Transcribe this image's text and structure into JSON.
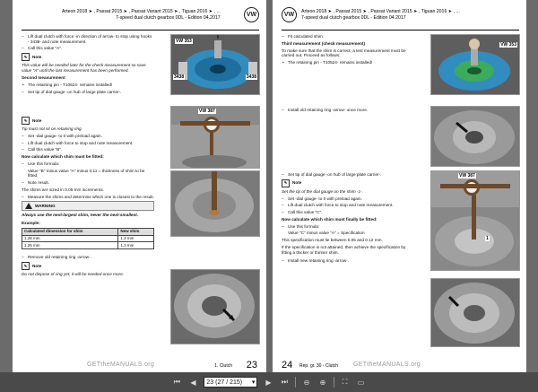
{
  "left_page": {
    "header_line1": "Arteon 2018 ➤ , Passat 2015 ➤ , Passat Variant 2015 ➤ , Tiguan 2016 ➤ , ...",
    "header_line2": "7-speed dual clutch gearbox 0DL - Edition 04.2017",
    "bullet_lift": "Lift dual clutch with force -in direction of arrow- to stop using hooks - 3438- and note measurement.",
    "bullet_call_a": "Call this value \"A\".",
    "note_label": "Note",
    "note_text_1": "This value will be needed later for the check measurement so save value \"A\" until the last measurement has been performed.",
    "second_measurement_heading": "Second measurement",
    "retaining_pin_installed": "The retaining pin - T10524- remains installed!",
    "set_dial_gauge_tip": "Set tip of dial gauge -on hub of large plate carrier-.",
    "note_text_2": "Tip must not sit on retaining ring.",
    "set_dial_zero": "Set -dial gauge- to 0 with preload again.",
    "lift_stop": "Lift dual clutch with force to stop and note measurement.",
    "call_b": "Call this value \"B\".",
    "calc_heading": "Now calculate which shim must be fitted:",
    "use_formula": "Use this formula:",
    "formula": "Value \"B\" minus value \"A\" minus 0.11 = thickness of shim to be fitted.",
    "note_result": "Note result.",
    "shims_sized": "The shims are sized in 0.05 mm increments.",
    "measure_shims": "Measure the shims and determine which one is closest to the result.",
    "warning_label": "WARNING",
    "warning_text": "Always use the next-largest shim, never the next-smallest.",
    "example_heading": "Example:",
    "table_headers": [
      "Calculated dimension for shim",
      "New shim"
    ],
    "table_rows": [
      [
        "1.28 mm",
        "1.3 mm"
      ],
      [
        "1.26 mm",
        "1.3 mm"
      ]
    ],
    "remove_ring": "Remove old retaining ring -arrow-.",
    "note_text_3": "Do not dispose of ring yet; it will be needed once more.",
    "footer_section": "1. Clutch",
    "page_number": "23",
    "site": "GETtheMANUALS.org",
    "fig1_label_tool": "VW 353",
    "fig1_label_hook_top": "3438",
    "fig1_label_hook_bottom": "3438",
    "fig2_label_tool": "VW 387"
  },
  "right_page": {
    "header_line1": "Arteon 2018 ➤ , Passat 2015 ➤ , Passat Variant 2015 ➤ , Tiguan 2016 ➤ , ...",
    "header_line2": "7-speed dual clutch gearbox 0DL - Edition 04.2017",
    "fit_shim": "Fit calculated shim.",
    "third_heading": "Third measurement (check measurement)",
    "third_intro": "To make sure that the shim is correct, a test measurement must be carried out. Proceed as follows:",
    "retaining_pin": "The retaining pin - T10524- remains installed!",
    "install_old_ring": "Install old retaining ring -arrow- once more.",
    "set_tip": "Set tip of dial gauge -on hub of large plate carrier-.",
    "note_label": "Note",
    "note_text": "Set the tip of the dial gauge on the shim -1-.",
    "set_zero": "Set -dial gauge- to 0 with preload again.",
    "lift_stop": "Lift dual clutch with force to stop and note measurement.",
    "call_c": "Call this value \"C\".",
    "calc_heading": "Now calculate which shim must finally be fitted:",
    "use_formula": "Use this formula:",
    "formula": "Value \"C\" minus value \"A\" = Specification",
    "spec_text": "This specification must lie between 0.05 and 0.12 mm.",
    "not_attained": "If the specification is not attained, then achieve the specification by fitting a thicker or thinner shim.",
    "install_new_ring": "Install new retaining ring -arrow-.",
    "page_number": "24",
    "footer_rep": "Rep. gr. 30 - Clutch",
    "site": "GETtheMANUALS.org",
    "fig1_label_tool": "VW 353",
    "fig3_label_tool": "VW 387",
    "fig3_label_shim": "1"
  },
  "toolbar": {
    "page_indicator": "23 (27 / 215)"
  }
}
